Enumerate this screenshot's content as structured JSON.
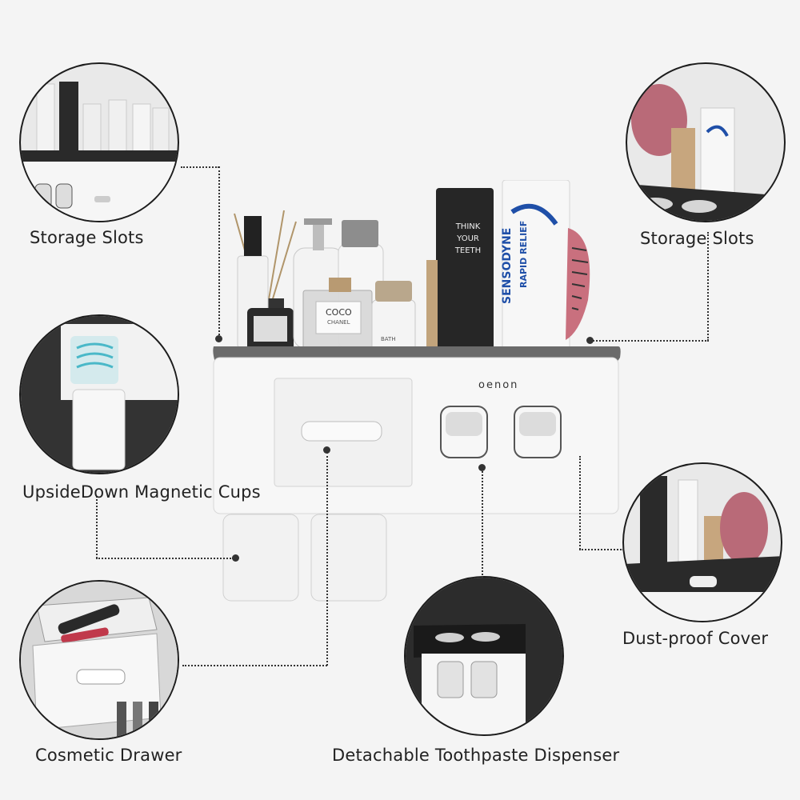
{
  "labels": {
    "storage_slots_left": "Storage Slots",
    "storage_slots_right": "Storage Slots",
    "magnetic_cups": "UpsideDown Magnetic Cups",
    "dust_proof_cover": "Dust-proof Cover",
    "cosmetic_drawer": "Cosmetic Drawer",
    "toothpaste_dispenser": "Detachable Toothpaste Dispenser"
  },
  "product": {
    "brand_logo": "oenon",
    "toothpaste_brand": "SENSODYNE",
    "toothpaste_variant": "RAPID RELIEF",
    "tube_text_lines": [
      "THINK",
      "YOUR",
      "TEETH"
    ],
    "perfume_name": "COCO",
    "perfume_sub": "CHANEL",
    "bottle_label": "BATH"
  },
  "colors": {
    "background": "#f4f4f4",
    "accent_dark": "#2b2b2b",
    "cover_grey": "#6b6b6b",
    "body_white": "#f7f7f7",
    "text": "#222222"
  }
}
